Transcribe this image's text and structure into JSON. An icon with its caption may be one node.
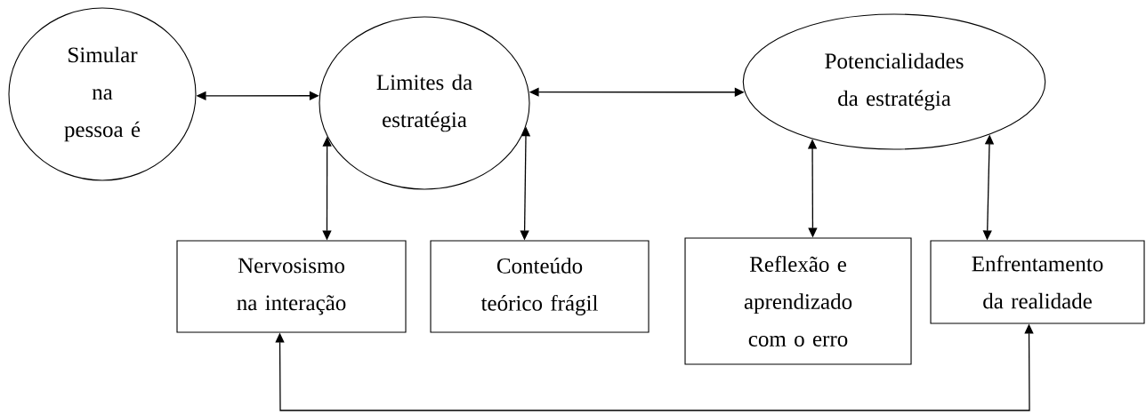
{
  "diagram": {
    "nodes": [
      {
        "text": [
          "Simular na pessoa é"
        ]
      },
      {
        "text": [
          "Limites da estratégia"
        ]
      },
      {
        "text": [
          "Potencialidades da estratégia"
        ]
      },
      {
        "text": [
          "Nervosismo na interação"
        ]
      },
      {
        "text": [
          "Conteúdo teórico frágil"
        ]
      },
      {
        "text": [
          "Reflexão e aprendizado com o erro"
        ]
      },
      {
        "text": [
          "Enfrentamento da realidade"
        ]
      }
    ],
    "edges": [
      {
        "from": 0,
        "to": 1,
        "arrow": "both"
      },
      {
        "from": 1,
        "to": 2,
        "arrow": "both"
      },
      {
        "from": 1,
        "to": 3,
        "arrow": "both"
      },
      {
        "from": 1,
        "to": 4,
        "arrow": "both"
      },
      {
        "from": 2,
        "to": 5,
        "arrow": "both"
      },
      {
        "from": 2,
        "to": 6,
        "arrow": "both"
      },
      {
        "from": 3,
        "to": 6,
        "arrow": "both"
      }
    ]
  }
}
